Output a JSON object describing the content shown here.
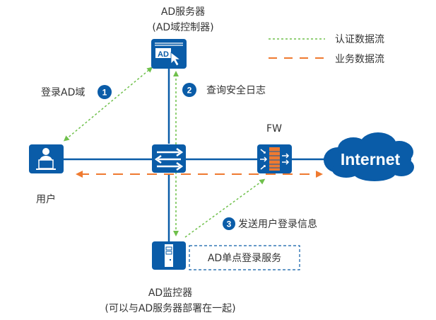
{
  "colors": {
    "blue": "#0a5ca8",
    "green": "#6fc04b",
    "orange": "#ef7a30",
    "text": "#333333"
  },
  "legend": {
    "auth_flow": "认证数据流",
    "business_flow": "业务数据流"
  },
  "nodes": {
    "ad_server": {
      "line1": "AD服务器",
      "line2": "(AD域控制器)",
      "icon_text": "AD"
    },
    "user": {
      "label": "用户"
    },
    "switch": {
      "label": ""
    },
    "firewall": {
      "label": "FW"
    },
    "internet": {
      "label": "Internet"
    },
    "ad_monitor": {
      "line1": "AD监控器",
      "line2": "(可以与AD服务器部署在一起)"
    },
    "sso_service": {
      "label": "AD单点登录服务"
    }
  },
  "steps": [
    {
      "num": "1",
      "label": "登录AD域"
    },
    {
      "num": "2",
      "label": "查询安全日志"
    },
    {
      "num": "3",
      "label": "发送用户登录信息"
    }
  ]
}
